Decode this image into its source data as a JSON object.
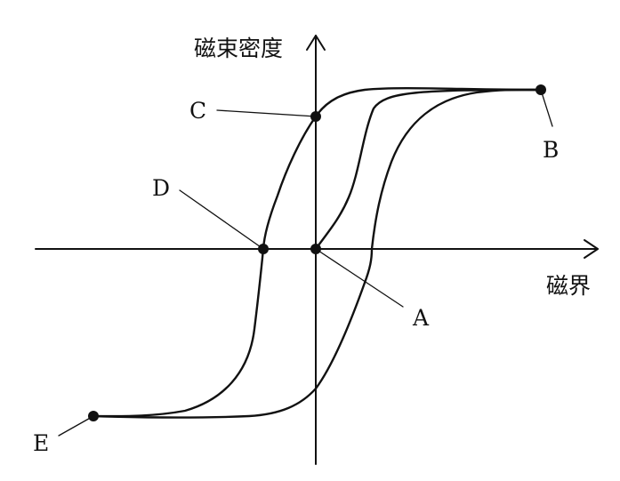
{
  "diagram": {
    "axes": {
      "y_label": "磁束密度",
      "x_label": "磁界"
    },
    "points": {
      "A": "A",
      "B": "B",
      "C": "C",
      "D": "D",
      "E": "E"
    }
  }
}
